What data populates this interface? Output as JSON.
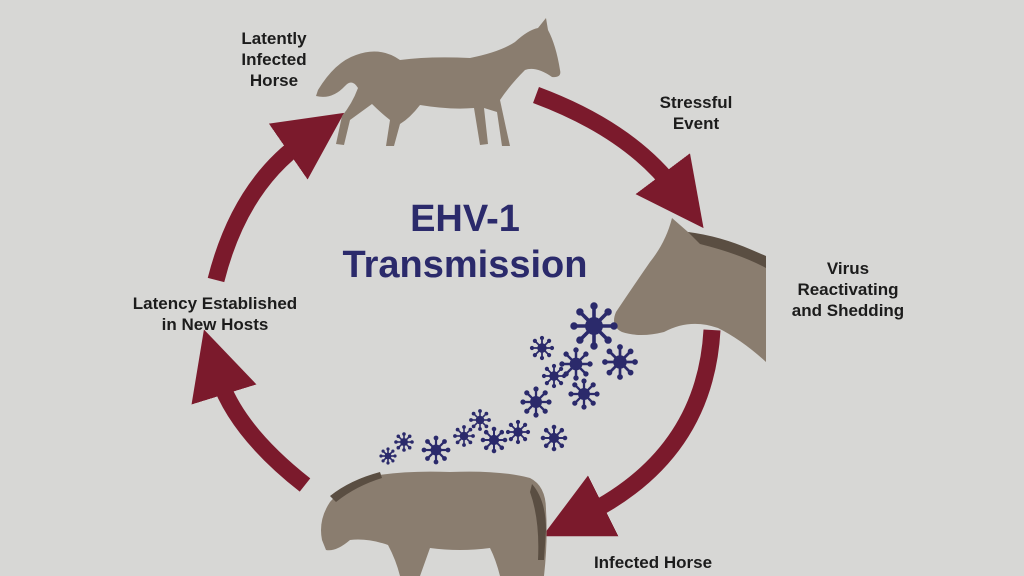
{
  "title": {
    "line1": "EHV-1",
    "line2": "Transmission"
  },
  "stages": {
    "latent_horse": "Latently\nInfected\nHorse",
    "stressful_event": "Stressful\nEvent",
    "reactivating": "Virus\nReactivating\nand Shedding",
    "infected_horse": "Infected Horse",
    "latency_new_hosts": "Latency Established\nin New Hosts"
  },
  "colors": {
    "background": "#d7d7d5",
    "arrow": "#7b1a2c",
    "horse": "#8a7d6f",
    "horse_dark": "#5a4e42",
    "virus": "#2b2a6b",
    "title": "#2b2a6b"
  },
  "icons": {
    "horse": "horse-silhouette-icon",
    "virus": "virus-particle-icon"
  }
}
